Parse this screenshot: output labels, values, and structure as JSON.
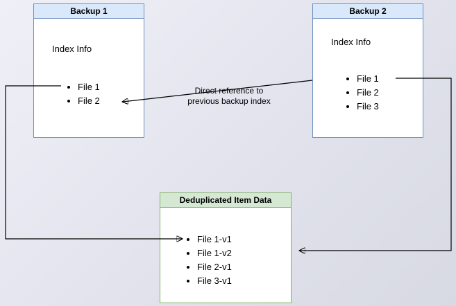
{
  "diagram": {
    "backup1": {
      "title": "Backup 1",
      "index_label": "Index Info",
      "files": [
        "File 1",
        "File 2"
      ]
    },
    "backup2": {
      "title": "Backup 2",
      "index_label": "Index Info",
      "files": [
        "File 1",
        "File 2",
        "File 3"
      ]
    },
    "dedup_store": {
      "title": "Deduplicated Item Data",
      "items": [
        "File 1-v1",
        "File 1-v2",
        "File 2-v1",
        "File 3-v1"
      ]
    },
    "annotation": {
      "reference_label": "Direct reference to previous backup index"
    },
    "colors": {
      "backup_header_fill": "#dae8fc",
      "backup_border": "#6c8ebf",
      "dedup_header_fill": "#d5e8d4",
      "dedup_border": "#82b366",
      "arrow": "#000000"
    }
  }
}
